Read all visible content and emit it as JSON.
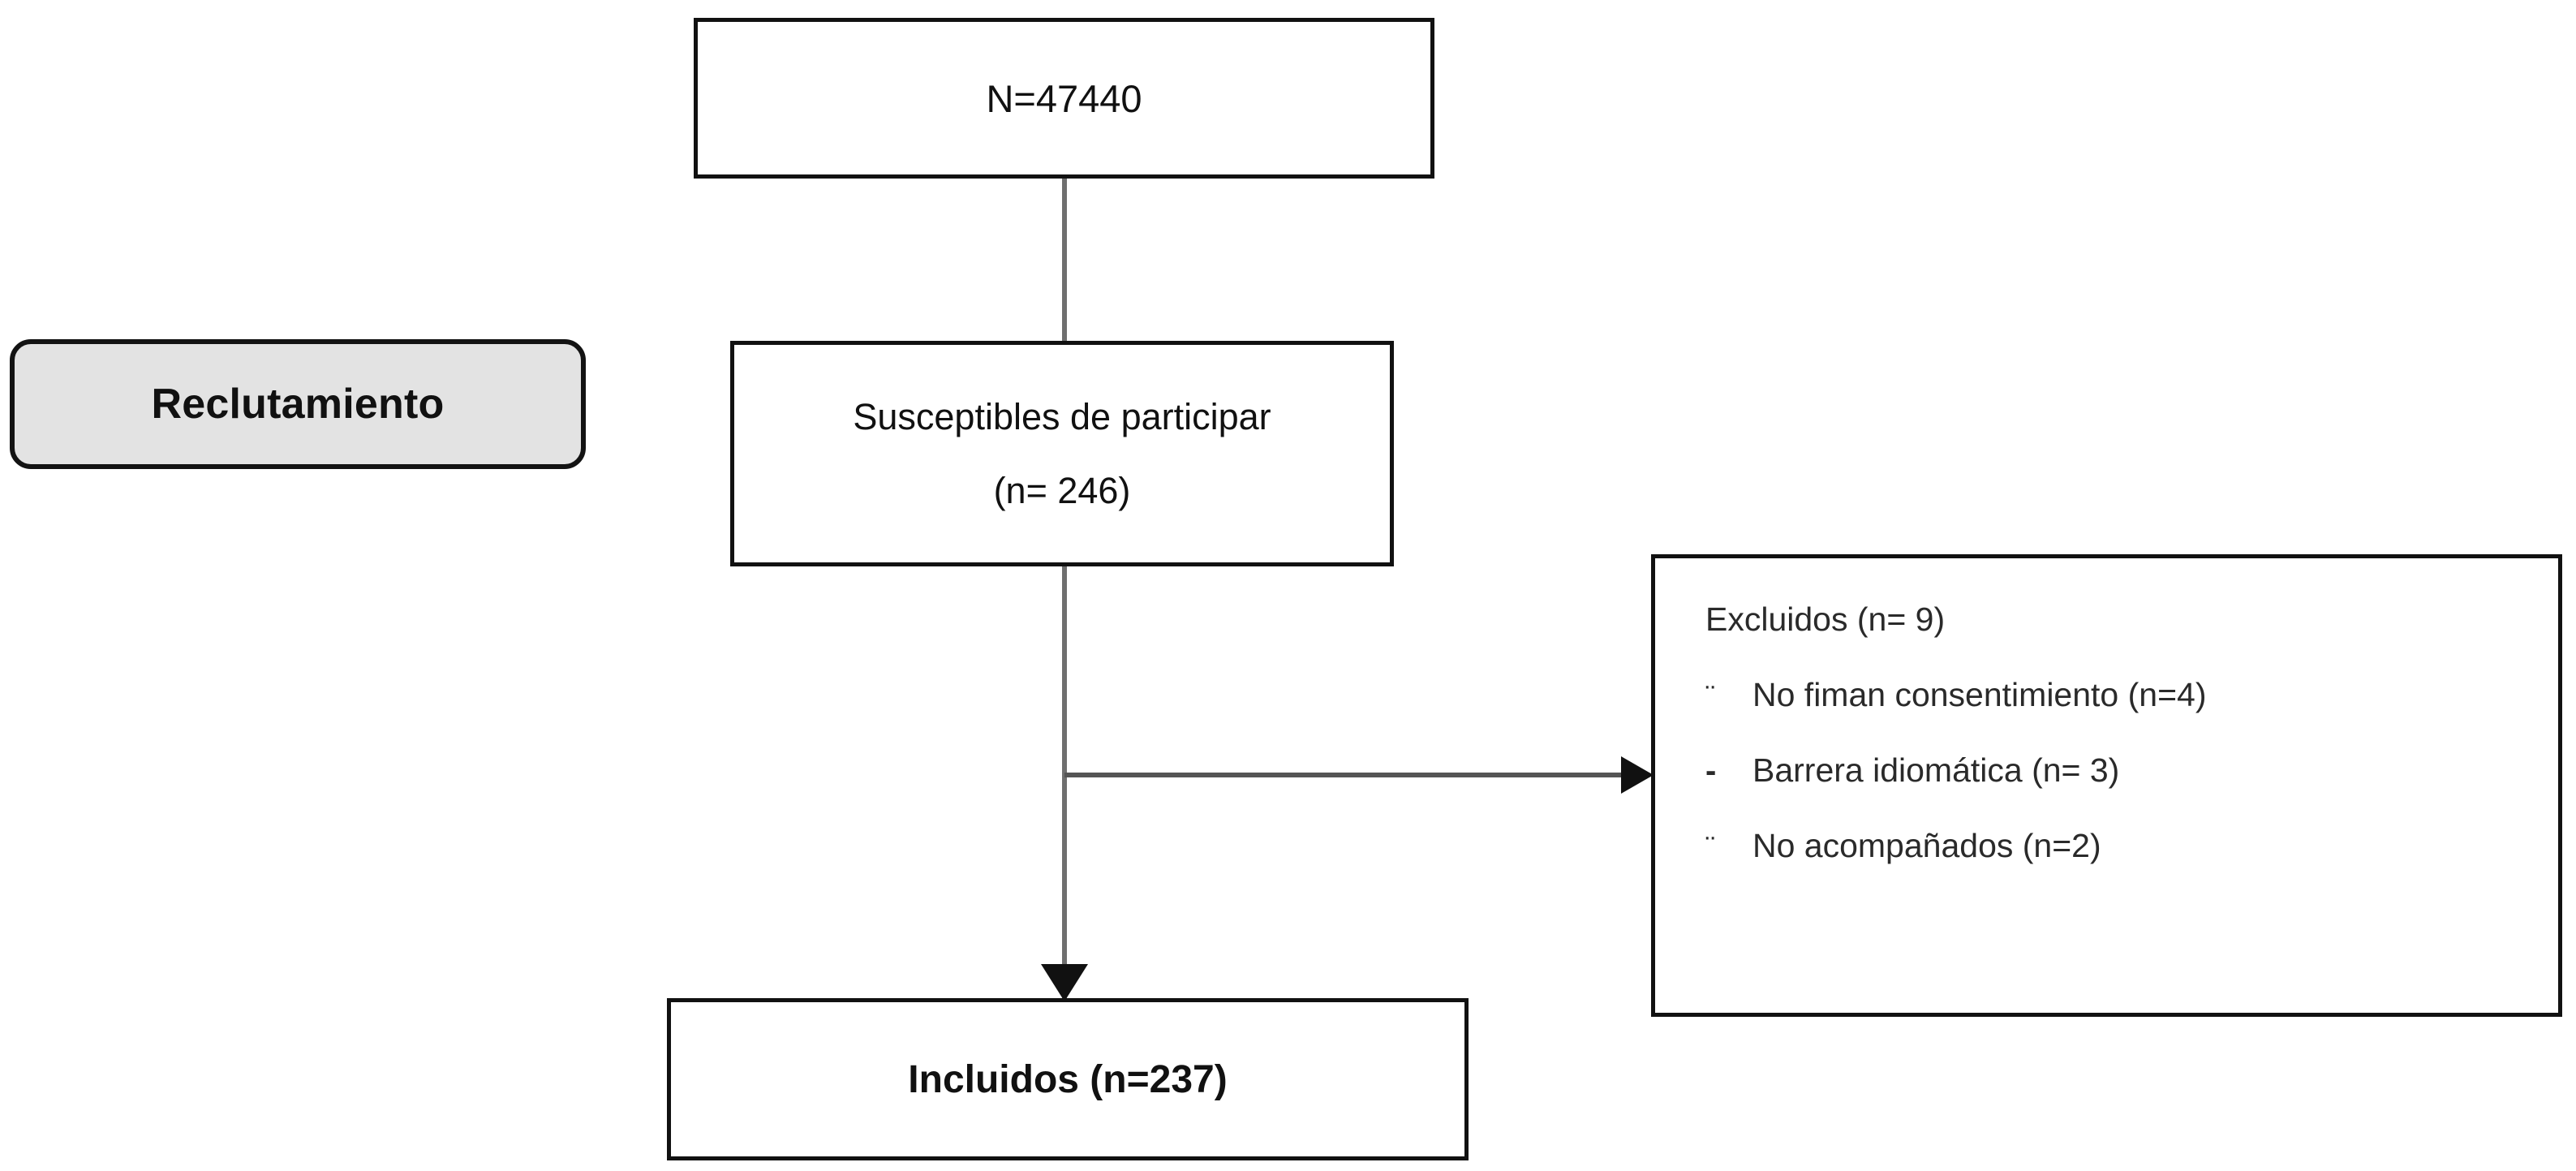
{
  "figure": {
    "type": "participant-flow-diagram",
    "language": "es"
  },
  "stage_label": {
    "text": "Reclutamiento",
    "background": "#e3e3e3",
    "border": "#131313"
  },
  "nodes": {
    "total": {
      "text": "N=47440"
    },
    "eligible": {
      "line1": "Susceptibles de participar",
      "line2": "(n= 246)"
    },
    "included": {
      "text": "Incluidos (n=237)"
    }
  },
  "excluded": {
    "heading": "Excluidos (n= 9)",
    "items": [
      {
        "bullet": "¨",
        "text": "No fiman consentimiento (n=4)"
      },
      {
        "bullet": "-",
        "text": "Barrera idiomática (n= 3)"
      },
      {
        "bullet": "¨",
        "text": "No acompañados (n=2)"
      }
    ]
  },
  "connectors": {
    "total_to_eligible": "vertical-line",
    "eligible_to_included": "vertical-arrow",
    "eligible_to_excluded": "horizontal-arrow"
  },
  "chart_data": {
    "type": "flowchart",
    "title": "",
    "stages": [
      {
        "label": "N=47440",
        "n": 47440
      },
      {
        "label": "Susceptibles de participar (n= 246)",
        "n": 246
      },
      {
        "label": "Incluidos (n=237)",
        "n": 237
      }
    ],
    "exclusions": {
      "total": 9,
      "reasons": [
        {
          "reason": "No fiman consentimiento",
          "n": 4
        },
        {
          "reason": "Barrera idiomática",
          "n": 3
        },
        {
          "reason": "No acompañados",
          "n": 2
        }
      ]
    }
  }
}
